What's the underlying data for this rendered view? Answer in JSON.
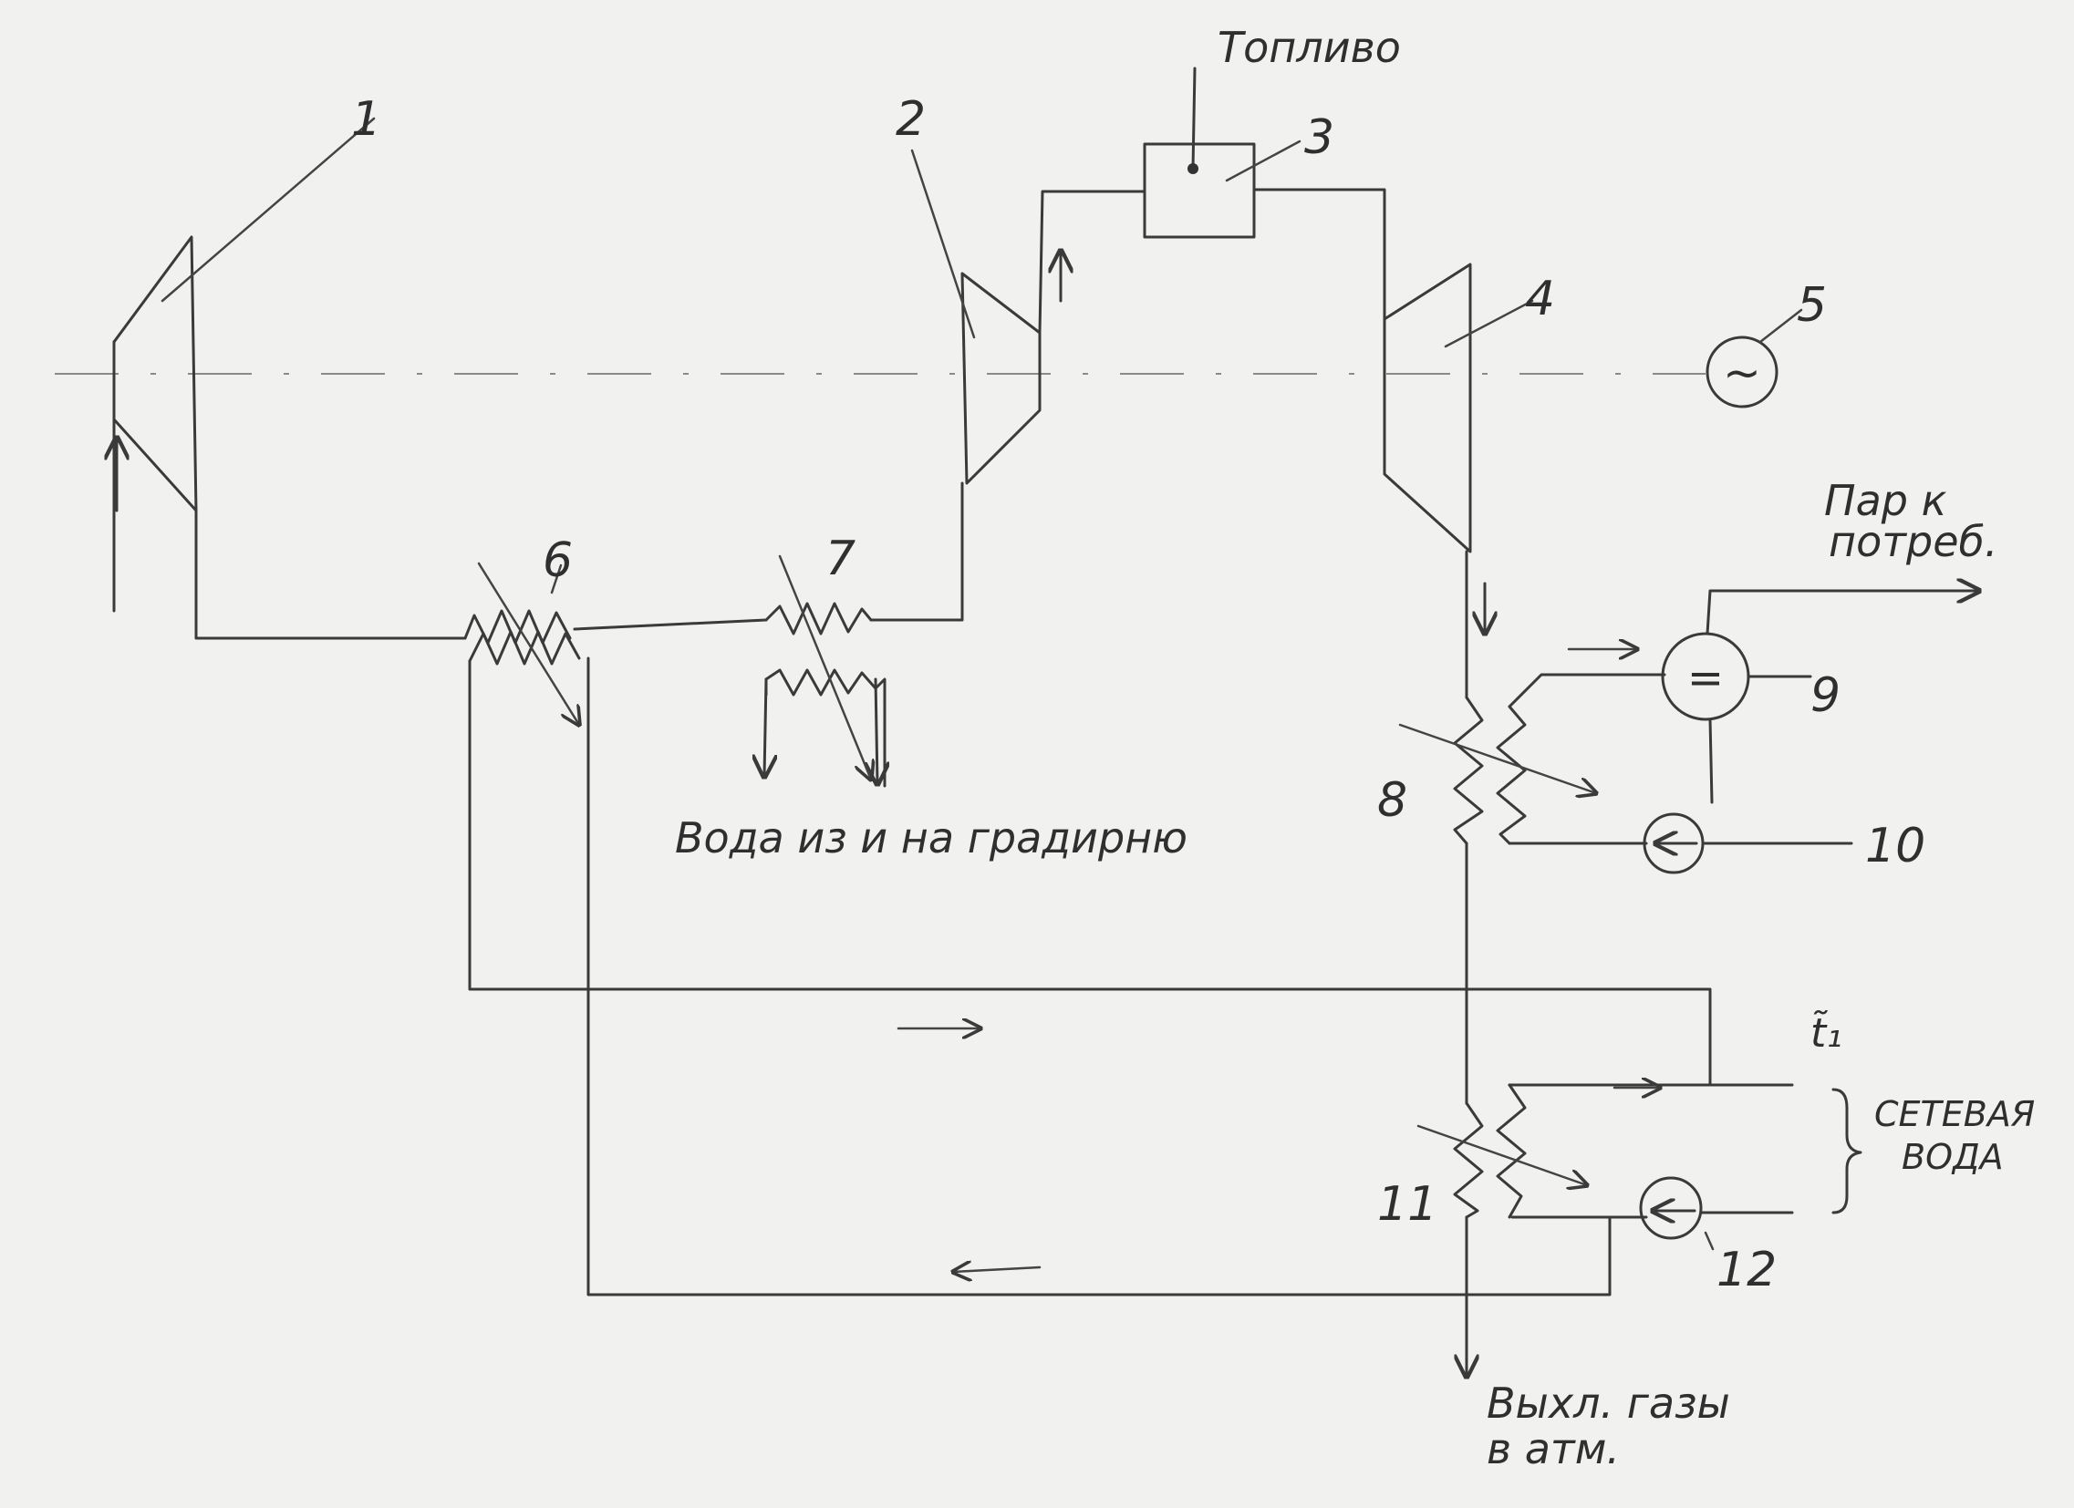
{
  "labels": {
    "fuel": "Топливо",
    "steam_to_consumer_line1": "Пар к",
    "steam_to_consumer_line2": "потреб.",
    "water_cooling_tower": "Вода из и на градирню",
    "network_water_line1": "СЕТЕВАЯ",
    "network_water_line2": "ВОДА",
    "exhaust_line1": "Выхл. газы",
    "exhaust_line2": "в атм.",
    "temp_symbol": "t̃₁"
  },
  "components": [
    {
      "id": "1"
    },
    {
      "id": "2"
    },
    {
      "id": "3"
    },
    {
      "id": "4"
    },
    {
      "id": "5"
    },
    {
      "id": "6"
    },
    {
      "id": "7"
    },
    {
      "id": "8"
    },
    {
      "id": "9"
    },
    {
      "id": "10"
    },
    {
      "id": "11"
    },
    {
      "id": "12"
    }
  ],
  "symbols": {
    "generator": "~",
    "pump_equal": "="
  }
}
